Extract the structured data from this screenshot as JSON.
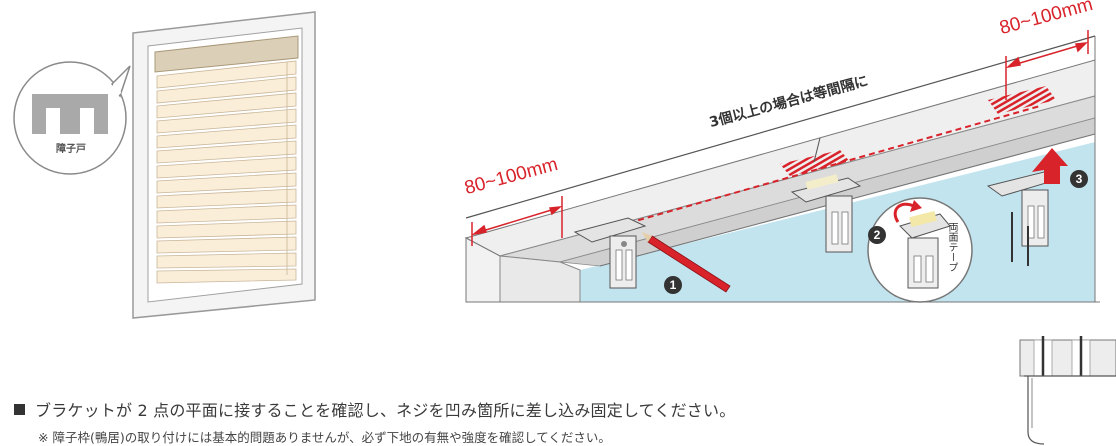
{
  "callout": {
    "label": "障子戸",
    "icon": "shoji-frame-icon"
  },
  "diagram": {
    "left_dimension": "80~100mm",
    "right_dimension": "80~100mm",
    "spacing_note": "3個以上の場合は等間隔に",
    "tape_label": "両面テープ",
    "steps": [
      "1",
      "2",
      "3"
    ],
    "accent_color": "#d8232a",
    "wall_color": "#bfe3ee"
  },
  "notes": {
    "main": "ブラケットが 2 点の平面に接することを確認し、ネジを凹み箇所に差し込み固定してください。",
    "sub": "※ 障子枠(鴨居)の取り付けには基本的問題ありませんが、必ず下地の有無や強度を確認してください。"
  }
}
